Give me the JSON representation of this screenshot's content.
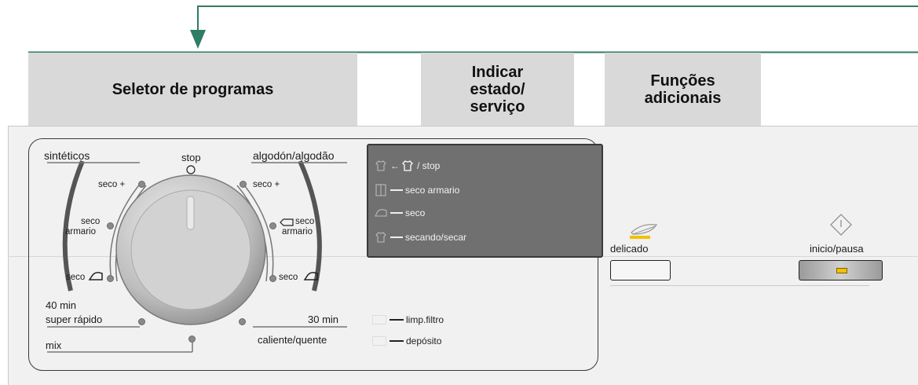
{
  "headers": {
    "program_selector": "Seletor de programas",
    "status_service": "Indicar estado/ serviço",
    "additional_functions": "Funções adicionais"
  },
  "dial": {
    "top_left_label": "sintéticos",
    "stop_label": "stop",
    "top_right_label": "algodón/algodão",
    "left_seco_plus": "seco +",
    "left_seco_armario_1": "seco",
    "left_seco_armario_2": "armario",
    "left_seco_iron": "seco",
    "right_seco_plus": "seco +",
    "right_seco_armario_1": "seco",
    "right_seco_armario_2": "armario",
    "right_seco_iron": "seco",
    "super_rapido_1": "40 min",
    "super_rapido_2": "super rápido",
    "mix": "mix",
    "thirty_min": "30 min",
    "caliente": "caliente/quente"
  },
  "display": {
    "row1": "/ stop",
    "row2": "seco armario",
    "row3": "seco",
    "row4": "secando/secar"
  },
  "indicators": {
    "limp_filtro": "limp.filtro",
    "deposito": "depósito"
  },
  "functions": {
    "delicado": "delicado",
    "inicio_pausa": "inicio/pausa"
  },
  "colors": {
    "header_bg": "#d9d9d9",
    "accent_line": "#2e7d64",
    "display_bg": "#707070",
    "led": "#f2c200"
  }
}
